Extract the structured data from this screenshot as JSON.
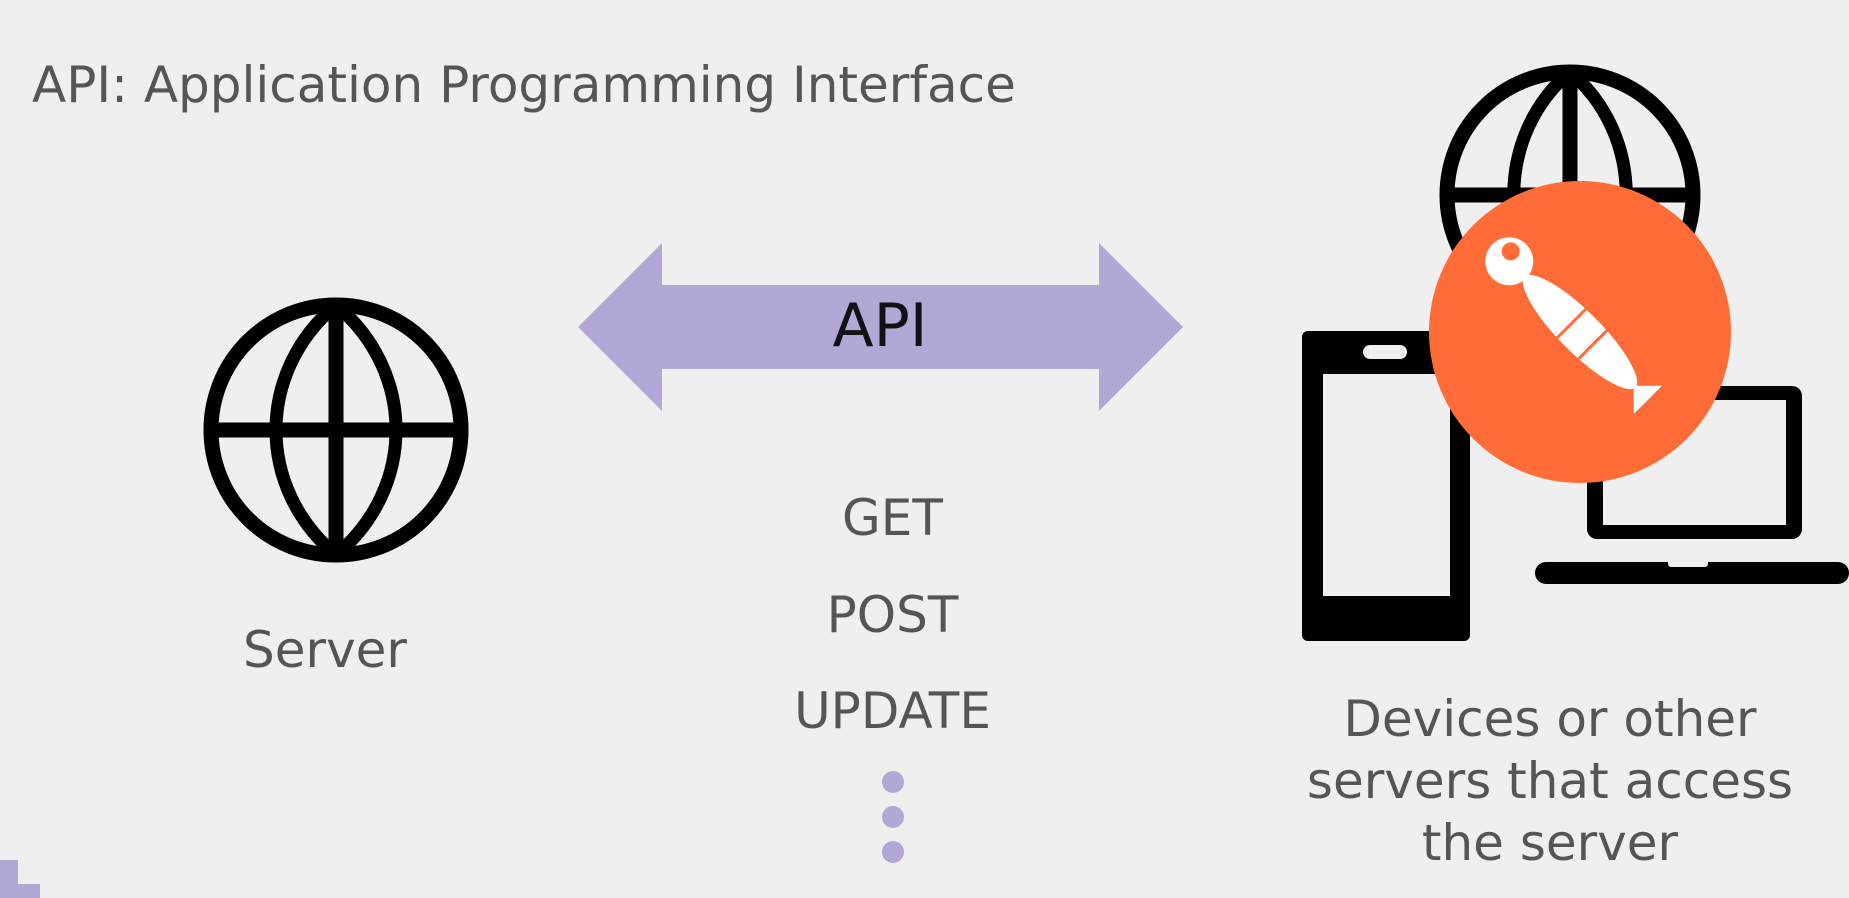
{
  "title": "API: Application Programming Interface",
  "server": {
    "label": "Server",
    "icon": "globe-icon"
  },
  "api": {
    "label": "API",
    "arrow_color": "#b3a7d6"
  },
  "methods": [
    "GET",
    "POST",
    "UPDATE"
  ],
  "methods_continuation_icon": "vertical-ellipsis-icon",
  "clients": {
    "label": "Devices or other servers that access the server",
    "icons": [
      "globe-icon",
      "postman-logo",
      "phone-icon",
      "laptop-icon"
    ]
  },
  "colors": {
    "background": "#efefef",
    "text": "#555555",
    "accent_purple": "#b3a7d6",
    "postman_orange": "#ff6c37",
    "icon_black": "#000000"
  }
}
